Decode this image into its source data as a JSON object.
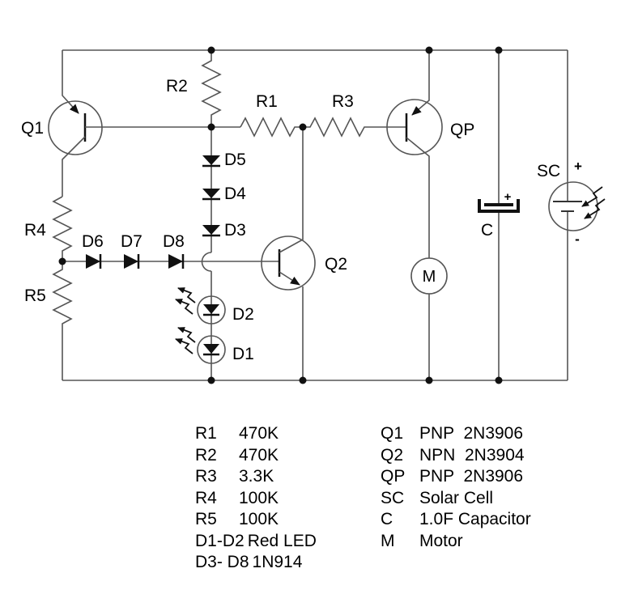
{
  "diagram": {
    "labels": {
      "q1": "Q1",
      "r2": "R2",
      "r1": "R1",
      "r3": "R3",
      "qp": "QP",
      "d5": "D5",
      "d4": "D4",
      "d3": "D3",
      "r4": "R4",
      "r5": "R5",
      "d6": "D6",
      "d7": "D7",
      "d8": "D8",
      "q2": "Q2",
      "d2": "D2",
      "d1": "D1",
      "m": "M",
      "c": "C",
      "sc": "SC",
      "cap_plus": "+",
      "sc_plus": "+",
      "sc_minus": "-"
    },
    "colors": {
      "wire": "#555555",
      "ink": "#111111",
      "background": "#ffffff",
      "text": "#000000"
    }
  },
  "legend": {
    "left": [
      {
        "ref": "R1",
        "value": "470K"
      },
      {
        "ref": "R2",
        "value": "470K"
      },
      {
        "ref": "R3",
        "value": "3.3K"
      },
      {
        "ref": "R4",
        "value": "100K"
      },
      {
        "ref": "R5",
        "value": "100K"
      },
      {
        "ref": "D1-D2",
        "value": "Red LED"
      },
      {
        "ref": "D3- D8",
        "value": "1N914"
      }
    ],
    "right": [
      {
        "ref": "Q1",
        "value": "PNP  2N3906"
      },
      {
        "ref": "Q2",
        "value": "NPN  2N3904"
      },
      {
        "ref": "QP",
        "value": "PNP  2N3906"
      },
      {
        "ref": "SC",
        "value": "Solar Cell"
      },
      {
        "ref": "C",
        "value": "1.0F Capacitor"
      },
      {
        "ref": "M",
        "value": "Motor"
      }
    ]
  }
}
